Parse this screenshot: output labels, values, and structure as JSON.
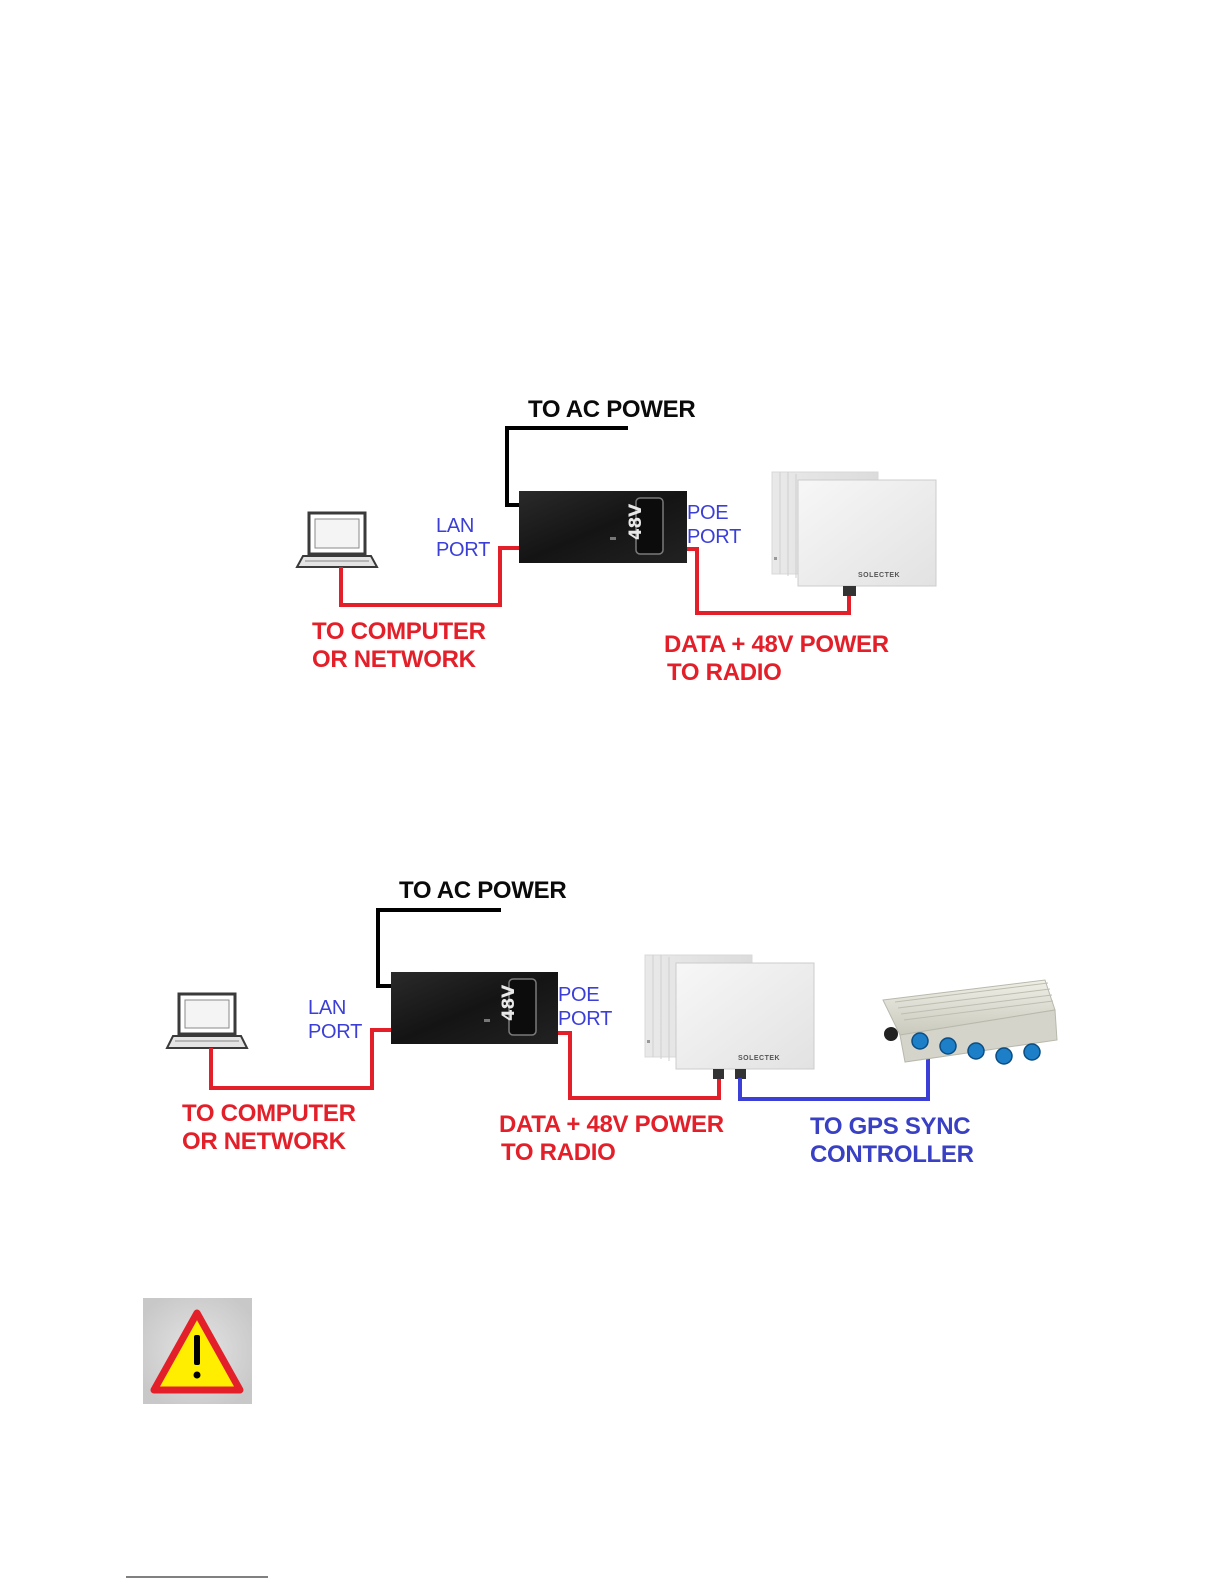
{
  "diagram1": {
    "ac_power_label": "TO AC POWER",
    "lan_port_line1": "LAN",
    "lan_port_line2": "PORT",
    "poe_port_line1": "POE",
    "poe_port_line2": "PORT",
    "computer_label_line1": "TO COMPUTER",
    "computer_label_line2": "OR NETWORK",
    "radio_label_line1": "DATA + 48V POWER",
    "radio_label_line2": "TO RADIO",
    "injector_text": "48V",
    "radio_brand": "SOLECTEK"
  },
  "diagram2": {
    "ac_power_label": "TO AC POWER",
    "lan_port_line1": "LAN",
    "lan_port_line2": "PORT",
    "poe_port_line1": "POE",
    "poe_port_line2": "PORT",
    "computer_label_line1": "TO COMPUTER",
    "computer_label_line2": "OR NETWORK",
    "radio_label_line1": "DATA + 48V POWER",
    "radio_label_line2": "TO RADIO",
    "gps_label_line1": "TO GPS SYNC",
    "gps_label_line2": "CONTROLLER",
    "injector_text": "48V",
    "radio_brand": "SOLECTEK"
  },
  "colors": {
    "data_cable": "#e3202a",
    "power_cable": "#000000",
    "sync_cable": "#3b3fd8",
    "warning_fill": "#ffee00",
    "warning_border": "#e3202a"
  },
  "icons": [
    "laptop-icon",
    "poe-injector-icon",
    "radio-icon",
    "gps-sync-controller-icon",
    "warning-icon"
  ]
}
